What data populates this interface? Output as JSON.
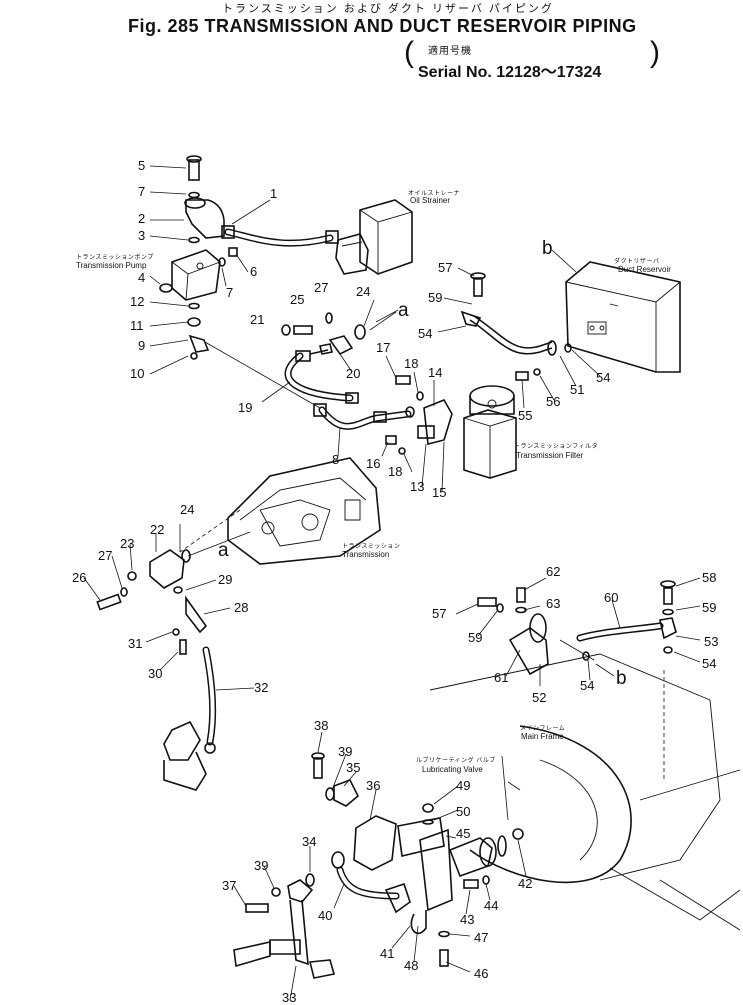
{
  "header": {
    "title_jp": "トランスミッション および ダクト リザーバ パイピング",
    "title_en": "Fig. 285 TRANSMISSION AND DUCT RESERVOIR PIPING",
    "applicable_jp": "適用号機",
    "serial": "Serial No. 12128～17324"
  },
  "labels": {
    "oil_strainer_jp": "オイルストレーナ",
    "oil_strainer_en": "Oil Strainer",
    "transmission_pump_jp": "トランスミッションポンプ",
    "transmission_pump_en": "Transmission Pump",
    "duct_reservoir_jp": "ダクトリザーバ",
    "duct_reservoir_en": "Duct Reservoir",
    "transmission_filter_jp": "トランスミッションフィルタ",
    "transmission_filter_en": "Transmission Filter",
    "transmission_jp": "トランスミッション",
    "transmission_en": "Transmission",
    "main_frame_jp": "メインフレーム",
    "main_frame_en": "Main Frame",
    "lubricating_valve_jp": "ルブリケーティング バルブ",
    "lubricating_valve_en": "Lubricating Valve"
  },
  "callouts": {
    "n1": "1",
    "n2": "2",
    "n3": "3",
    "n4": "4",
    "n5": "5",
    "n6": "6",
    "n7a": "7",
    "n7b": "7",
    "n8": "8",
    "n9": "9",
    "n10": "10",
    "n11": "11",
    "n12": "12",
    "n13": "13",
    "n14": "14",
    "n15": "15",
    "n16": "16",
    "n17": "17",
    "n18a": "18",
    "n18b": "18",
    "n19": "19",
    "n20": "20",
    "n21": "21",
    "n22": "22",
    "n23": "23",
    "n24a": "24",
    "n24b": "24",
    "n25": "25",
    "n26": "26",
    "n27a": "27",
    "n27b": "27",
    "n28": "28",
    "n29": "29",
    "n30": "30",
    "n31": "31",
    "n32": "32",
    "n33": "33",
    "n34": "34",
    "n35": "35",
    "n36": "36",
    "n37": "37",
    "n38": "38",
    "n39a": "39",
    "n39b": "39",
    "n40": "40",
    "n41": "41",
    "n42": "42",
    "n43": "43",
    "n44": "44",
    "n45": "45",
    "n46": "46",
    "n47": "47",
    "n48": "48",
    "n49": "49",
    "n50": "50",
    "n51": "51",
    "n52": "52",
    "n53": "53",
    "n54a": "54",
    "n54b": "54",
    "n54c": "54",
    "n54d": "54",
    "n55": "55",
    "n56": "56",
    "n57a": "57",
    "n57b": "57",
    "n58": "58",
    "n59a": "59",
    "n59b": "59",
    "n59c": "59",
    "n60": "60",
    "n61": "61",
    "n62": "62",
    "n63": "63",
    "a1": "a",
    "a2": "a",
    "b1": "b",
    "b2": "b"
  }
}
